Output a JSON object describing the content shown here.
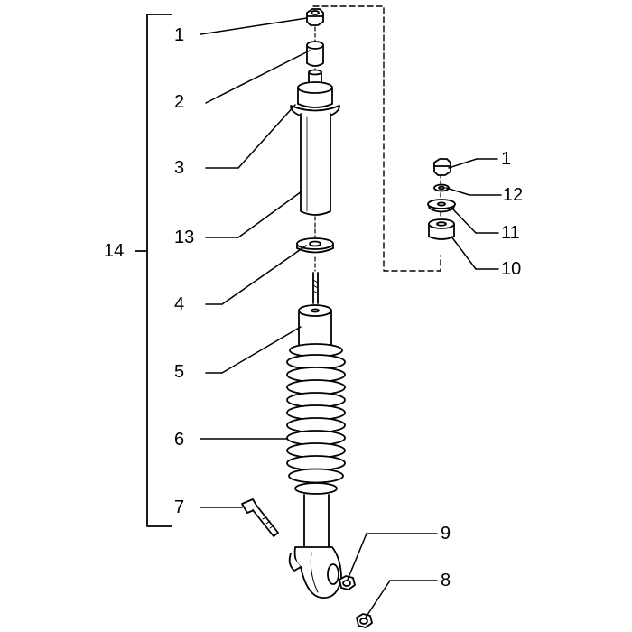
{
  "diagram": {
    "callouts": {
      "c1": "1",
      "c2": "2",
      "c3": "3",
      "c13": "13",
      "c4": "4",
      "c5": "5",
      "c6": "6",
      "c7": "7",
      "c14": "14",
      "c1b": "1",
      "c12": "12",
      "c11": "11",
      "c10": "10",
      "c9": "9",
      "c8": "8"
    }
  }
}
